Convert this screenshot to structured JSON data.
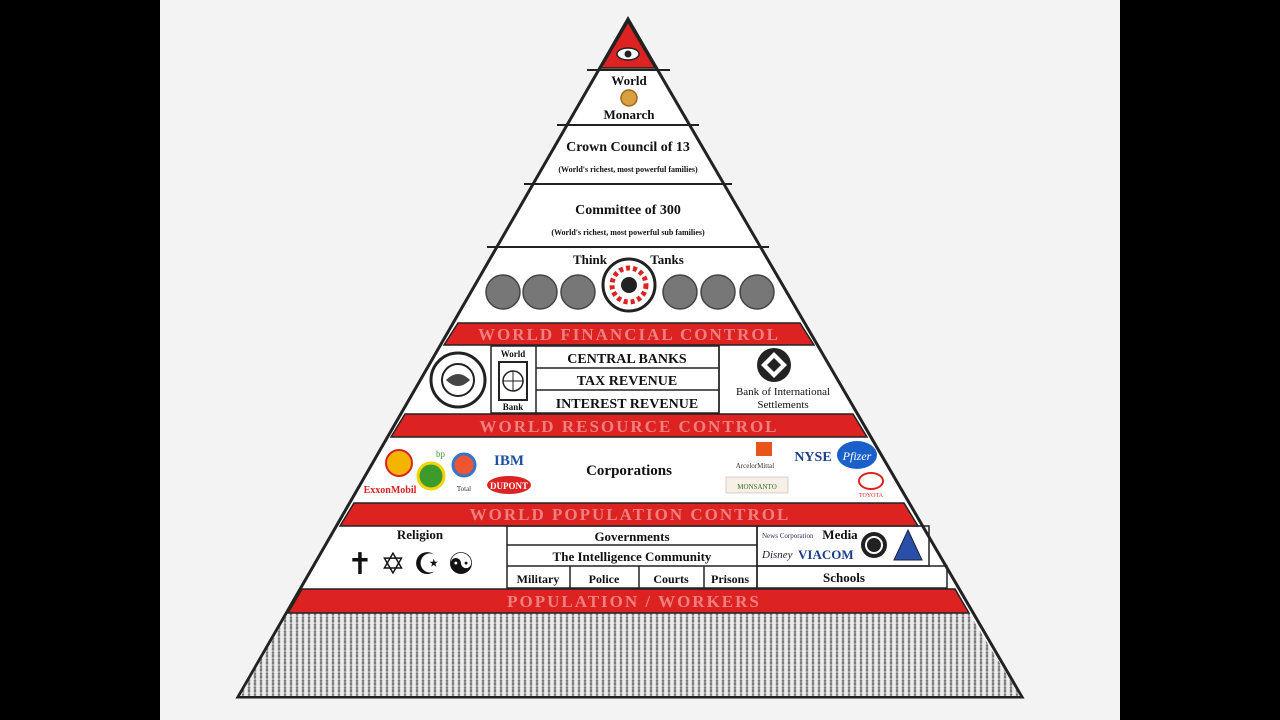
{
  "top": {
    "title_line1": "World",
    "title_line2": "Monarch"
  },
  "crown_council": {
    "title": "Crown Council of 13",
    "subtitle": "(World's richest, most powerful families)"
  },
  "committee": {
    "title": "Committee of 300",
    "subtitle": "(World's richest, most powerful sub families)"
  },
  "think_tanks": {
    "label_left": "Think",
    "label_right": "Tanks"
  },
  "bands": {
    "financial": "WORLD FINANCIAL CONTROL",
    "resource": "WORLD RESOURCE CONTROL",
    "population_control": "WORLD POPULATION CONTROL",
    "workers": "POPULATION / WORKERS"
  },
  "finance": {
    "world_bank_line1": "World",
    "world_bank_line2": "Bank",
    "rows": [
      "CENTRAL BANKS",
      "TAX REVENUE",
      "INTEREST REVENUE"
    ],
    "bis_line1": "Bank of International",
    "bis_line2": "Settlements"
  },
  "corporations": {
    "title": "Corporations",
    "logos": [
      "ExxonMobil",
      "bp",
      "Total",
      "IBM",
      "DUPONT",
      "ArcelorMittal",
      "MONSANTO",
      "NYSE",
      "Pfizer",
      "TOYOTA"
    ]
  },
  "society": {
    "religion": "Religion",
    "governments": "Governments",
    "intelligence": "The Intelligence Community",
    "institutions": [
      "Military",
      "Police",
      "Courts",
      "Prisons"
    ],
    "media": "Media",
    "media_logos": [
      "News Corporation",
      "Disney",
      "VIACOM"
    ],
    "schools": "Schools"
  },
  "colors": {
    "band_red": "#dd2222",
    "band_text": "#f08080",
    "outline": "#222222",
    "panel": "#ffffff",
    "background": "#f3f3f3"
  }
}
